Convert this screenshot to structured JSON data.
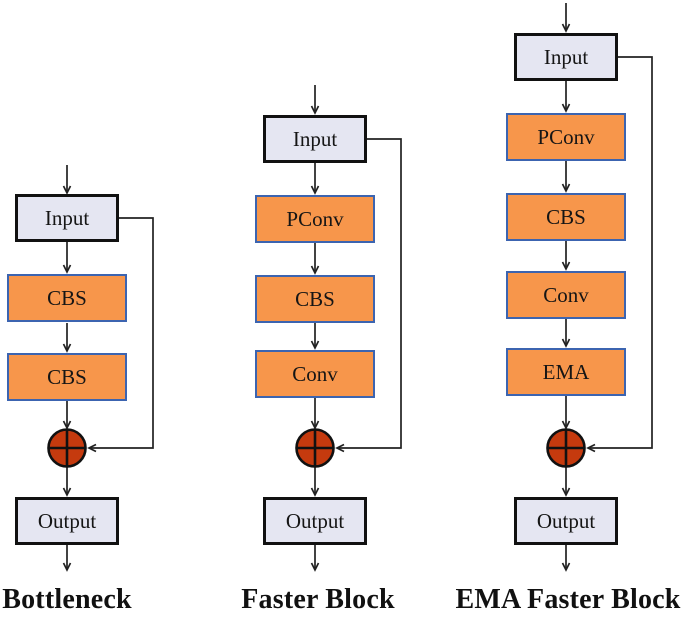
{
  "figure": {
    "background_color": "#FFFFFF",
    "description_titles": [
      "Bottleneck",
      "Faster Block",
      "EMA Faster Block"
    ]
  },
  "diagrams": [
    {
      "title": "Bottleneck",
      "input_label": "Input",
      "output_label": "Output",
      "blocks": [
        "CBS",
        "CBS"
      ]
    },
    {
      "title": "Faster Block",
      "input_label": "Input",
      "output_label": "Output",
      "blocks": [
        "PConv",
        "CBS",
        "Conv"
      ]
    },
    {
      "title": "EMA Faster Block",
      "input_label": "Input",
      "output_label": "Output",
      "blocks": [
        "PConv",
        "CBS",
        "Conv",
        "EMA"
      ]
    }
  ],
  "icons": {
    "add_node": "circled-plus (element-wise add)"
  },
  "colors": {
    "io_box_fill": "#E5E6F2",
    "io_box_border": "#111111",
    "block_fill": "#F7964B",
    "block_border": "#3C64B0",
    "add_node_fill": "#C53A0E",
    "connector": "#222222"
  }
}
